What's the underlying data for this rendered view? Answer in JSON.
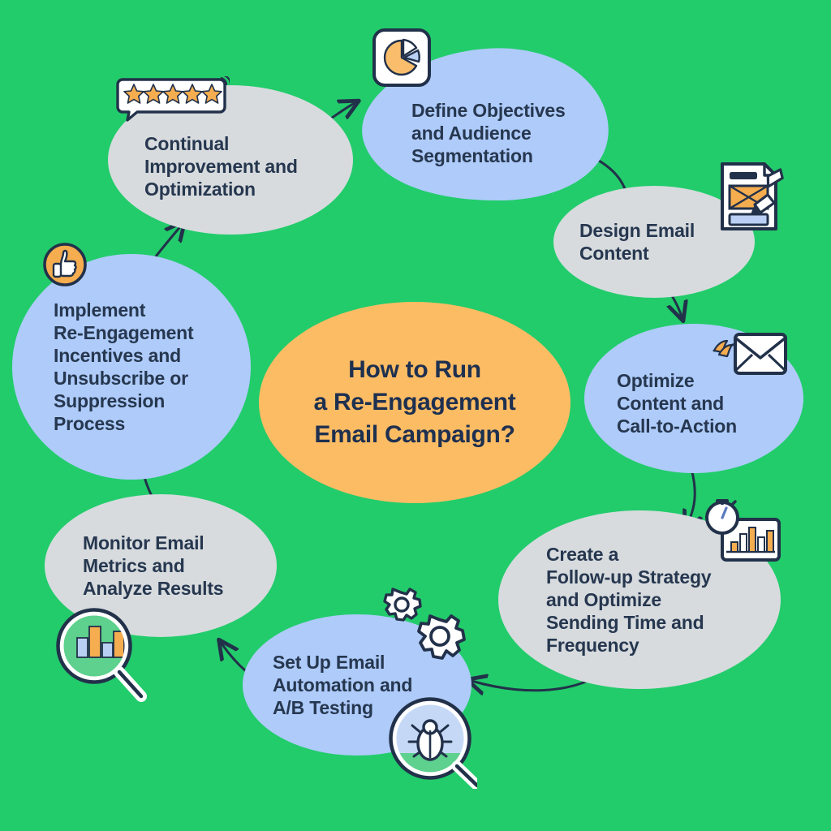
{
  "palette": {
    "background_green": "#22cc6b",
    "node_blue": "#aecbfa",
    "node_gray": "#d7dbde",
    "center_orange": "#fcbc64",
    "text_navy": "#26374f",
    "arrow_navy": "#22314a",
    "icon_orange": "#f6ad4f",
    "icon_white": "#ffffff"
  },
  "center": {
    "title": "How to Run\na Re-Engagement\nEmail Campaign?",
    "shape": "ellipse",
    "fill": "#fcbc64"
  },
  "nodes": [
    {
      "id": "define",
      "label": "Define Objectives\nand Audience\nSegmentation",
      "fill": "#aecbfa",
      "icon": "pie-chart-icon",
      "order": 1
    },
    {
      "id": "design",
      "label": "Design Email\nContent",
      "fill": "#d7dbde",
      "icon": "document-pencil-icon",
      "order": 2
    },
    {
      "id": "optimize",
      "label": "Optimize\nContent and\nCall-to-Action",
      "fill": "#aecbfa",
      "icon": "envelope-arrow-icon",
      "order": 3
    },
    {
      "id": "followup",
      "label": "Create a\nFollow-up Strategy\nand Optimize\nSending Time and\nFrequency",
      "fill": "#d7dbde",
      "icon": "stopwatch-chart-icon",
      "order": 4
    },
    {
      "id": "setup",
      "label": "Set Up Email\nAutomation and\nA/B Testing",
      "fill": "#aecbfa",
      "icon": "gears-bug-magnifier-icon",
      "order": 5
    },
    {
      "id": "monitor",
      "label": "Monitor Email\nMetrics and\nAnalyze Results",
      "fill": "#d7dbde",
      "icon": "magnifier-bar-chart-icon",
      "order": 6
    },
    {
      "id": "implement",
      "label": "Implement\nRe-Engagement\nIncentives and\nUnsubscribe or\nSuppression\nProcess",
      "fill": "#aecbfa",
      "icon": "thumbs-up-icon",
      "order": 7
    },
    {
      "id": "continual",
      "label": "Continual\nImprovement and\nOptimization",
      "fill": "#d7dbde",
      "icon": "five-star-rating-icon",
      "order": 8
    }
  ],
  "connections": [
    {
      "from": "continual",
      "to": "define",
      "direction": "right"
    },
    {
      "from": "define",
      "to": "design",
      "direction": "down-right"
    },
    {
      "from": "design",
      "to": "optimize",
      "direction": "down"
    },
    {
      "from": "optimize",
      "to": "followup",
      "direction": "down"
    },
    {
      "from": "followup",
      "to": "setup",
      "direction": "left"
    },
    {
      "from": "setup",
      "to": "monitor",
      "direction": "up-left"
    },
    {
      "from": "monitor",
      "to": "implement",
      "direction": "up"
    },
    {
      "from": "implement",
      "to": "continual",
      "direction": "up-right"
    }
  ],
  "icons": {
    "five_star_count": 5
  }
}
